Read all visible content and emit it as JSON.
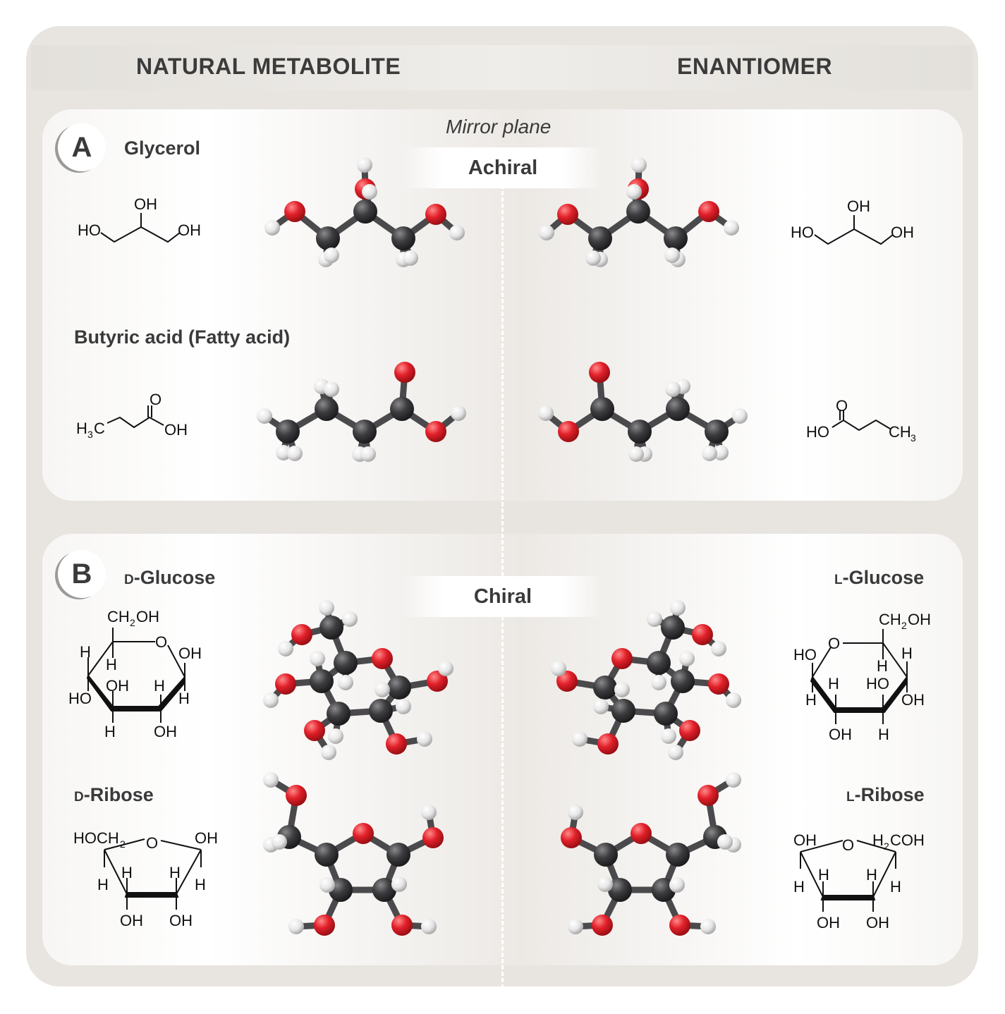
{
  "headers": {
    "left": "NATURAL METABOLITE",
    "right": "ENANTIOMER"
  },
  "mirror_plane": "Mirror plane",
  "panel_a": {
    "badge": "A",
    "tag": "Achiral",
    "glycerol": "Glycerol",
    "butyric": "Butyric acid (Fatty acid)"
  },
  "panel_b": {
    "badge": "B",
    "tag": "Chiral",
    "d_prefix": "D",
    "glucose_suffix": "-Glucose",
    "l_prefix": "L",
    "ribose_suffix": "-Ribose"
  },
  "colors": {
    "carbon": "#3a3a3c",
    "oxygen": "#e0202a",
    "hydrogen": "#e8e8e8"
  }
}
